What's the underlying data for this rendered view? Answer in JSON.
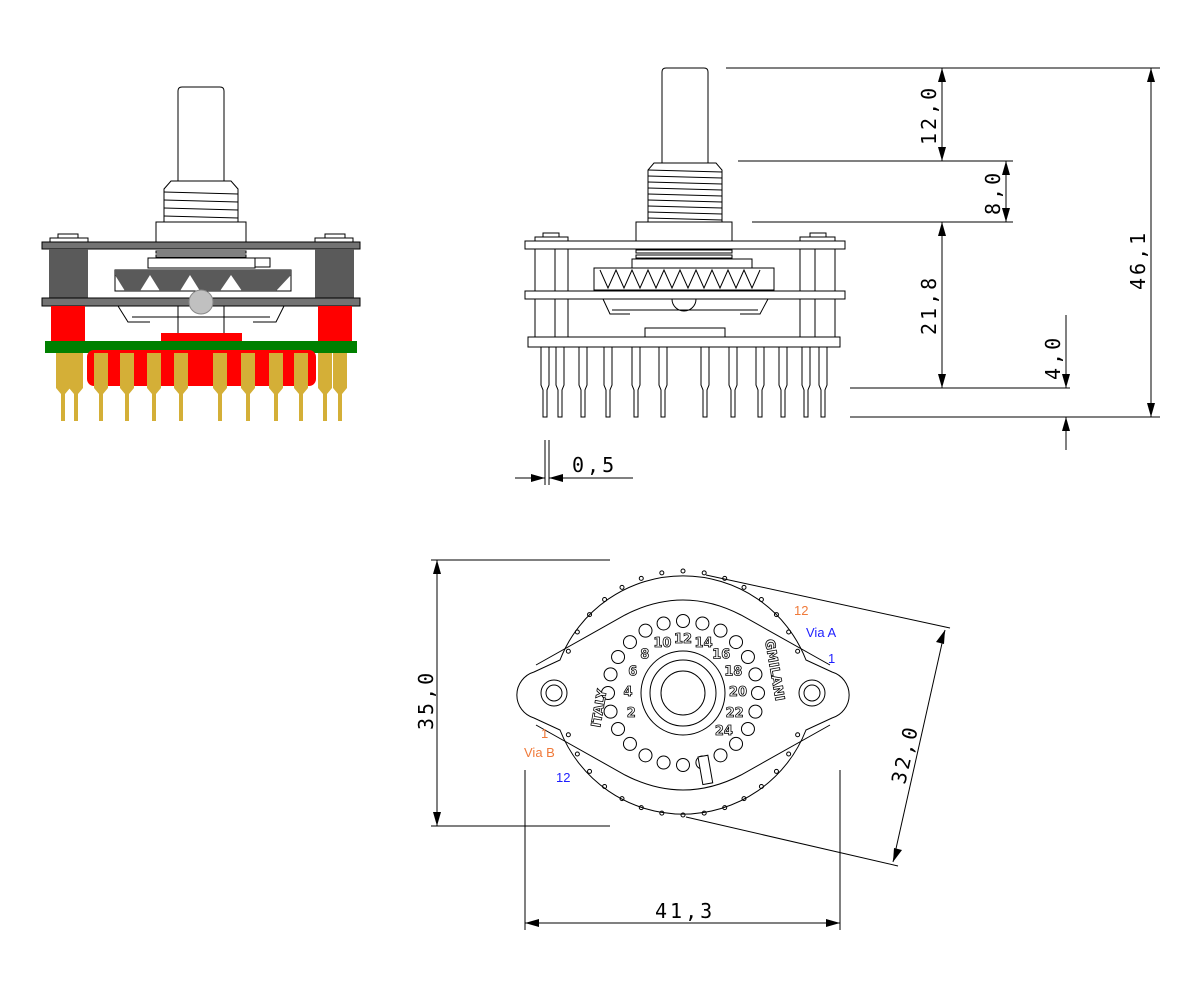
{
  "dimensions": {
    "shaft_length": "12,0",
    "bushing_length": "8,0",
    "body_height": "21,8",
    "pin_length": "4,0",
    "total_height": "46,1",
    "pin_thickness": "0,5",
    "height_bottom_view": "35,0",
    "diameter": "32,0",
    "width": "41,3"
  },
  "labels": {
    "via_a_end": "12",
    "via_a": "Via A",
    "via_a_start": "1",
    "via_b_start": "1",
    "via_b": "Via B",
    "via_b_end": "12"
  },
  "engraving": {
    "country": "ITALY",
    "brand": "GMILANI",
    "positions": [
      "2",
      "4",
      "6",
      "8",
      "10",
      "12",
      "14",
      "16",
      "18",
      "20",
      "22",
      "24"
    ]
  },
  "colors": {
    "spacer": "#ff0000",
    "pcb": "#008000",
    "pins": "#d4af37",
    "plate": "#737373",
    "post": "#5a5a5a",
    "via_a": "#1f1fff",
    "via_b": "#f07a3a"
  }
}
